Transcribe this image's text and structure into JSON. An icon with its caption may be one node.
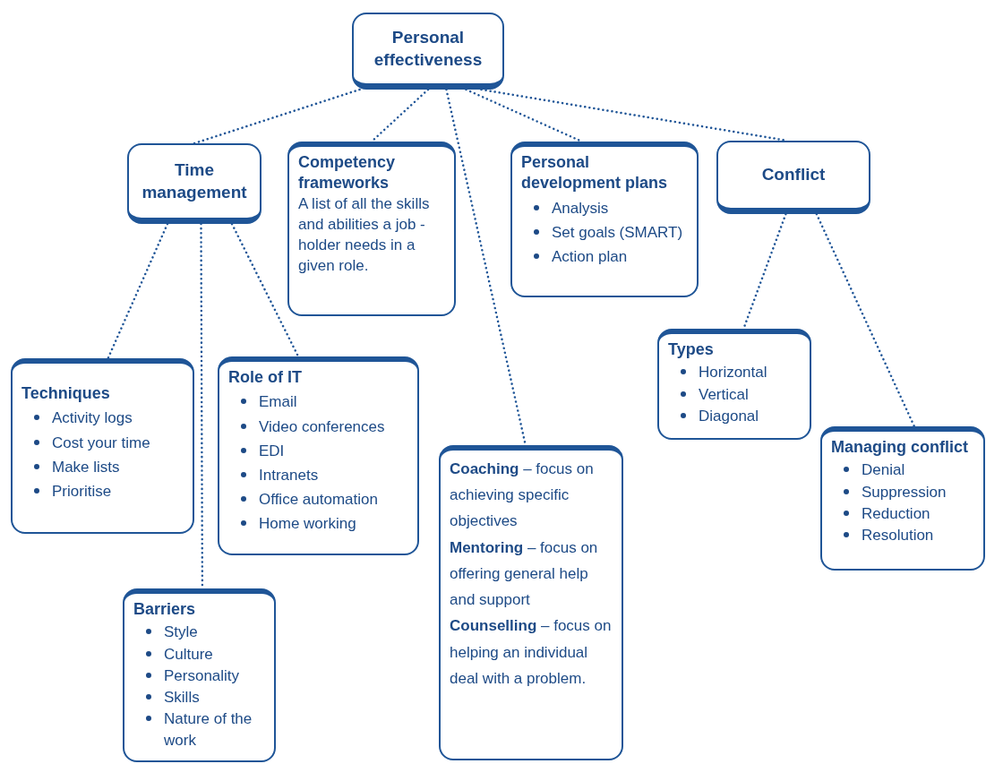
{
  "diagram": {
    "nodes": [
      {
        "text": [
          "Personal effectiveness"
        ]
      },
      {
        "text": [
          "Time management"
        ]
      },
      {
        "text": [
          "Competency frameworks",
          "A list of all the skills and abilities a job - holder needs in a given role."
        ]
      },
      {
        "text": [
          "Personal development plans",
          "Analysis",
          "Set goals (SMART)",
          "Action plan"
        ]
      },
      {
        "text": [
          "Conflict"
        ]
      },
      {
        "text": [
          "Techniques",
          "Activity logs",
          "Cost your time",
          "Make lists",
          "Prioritise"
        ]
      },
      {
        "text": [
          "Role of IT",
          "Email",
          "Video conferences",
          "EDI",
          "Intranets",
          "Office automation",
          "Home working"
        ]
      },
      {
        "text": [
          "Barriers",
          "Style",
          "Culture",
          "Personality",
          "Skills",
          "Nature of the work"
        ]
      },
      {
        "text": [
          "**Coaching** – focus on achieving specific objectives",
          "**Mentoring** – focus on offering general help and support",
          "**Counselling** – focus on helping an individual deal with a problem."
        ]
      },
      {
        "text": [
          "Types",
          "Horizontal",
          "Vertical",
          "Diagonal"
        ]
      },
      {
        "text": [
          "Managing conflict",
          "Denial",
          "Suppression",
          "Reduction",
          "Resolution"
        ]
      }
    ],
    "edges": [
      {
        "from": 0,
        "to": 1,
        "arrow": "none"
      },
      {
        "from": 0,
        "to": 2,
        "arrow": "none"
      },
      {
        "from": 0,
        "to": 8,
        "arrow": "none"
      },
      {
        "from": 0,
        "to": 3,
        "arrow": "none"
      },
      {
        "from": 0,
        "to": 4,
        "arrow": "none"
      },
      {
        "from": 1,
        "to": 5,
        "arrow": "none"
      },
      {
        "from": 1,
        "to": 6,
        "arrow": "none"
      },
      {
        "from": 1,
        "to": 7,
        "arrow": "none"
      },
      {
        "from": 4,
        "to": 9,
        "arrow": "none"
      },
      {
        "from": 4,
        "to": 10,
        "arrow": "none"
      }
    ]
  }
}
